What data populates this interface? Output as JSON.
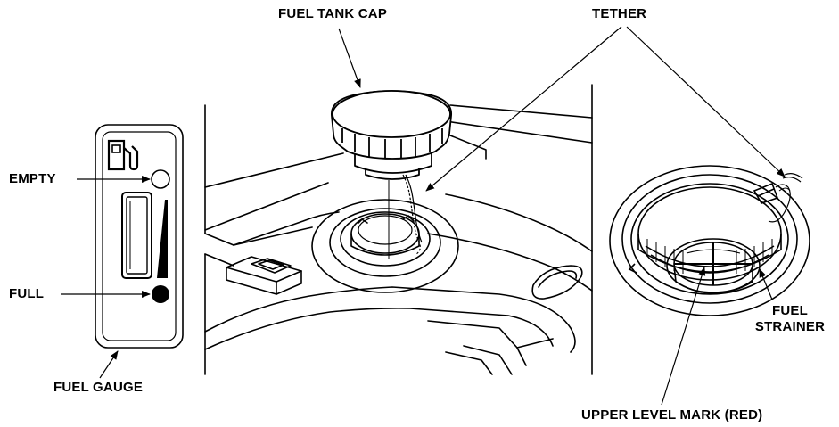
{
  "labels": {
    "fuel_tank_cap": "FUEL TANK CAP",
    "tether": "TETHER",
    "empty": "EMPTY",
    "full": "FULL",
    "fuel_gauge": "FUEL GAUGE",
    "fuel_strainer_line1": "FUEL",
    "fuel_strainer_line2": "STRAINER",
    "upper_level_mark": "UPPER LEVEL MARK (RED)"
  },
  "icons": {
    "fuel_pump": "fuel-pump-icon",
    "empty_indicator": "empty-circle-icon",
    "full_indicator": "full-dot-icon"
  },
  "colors": {
    "line": "#000000",
    "background": "#ffffff"
  }
}
